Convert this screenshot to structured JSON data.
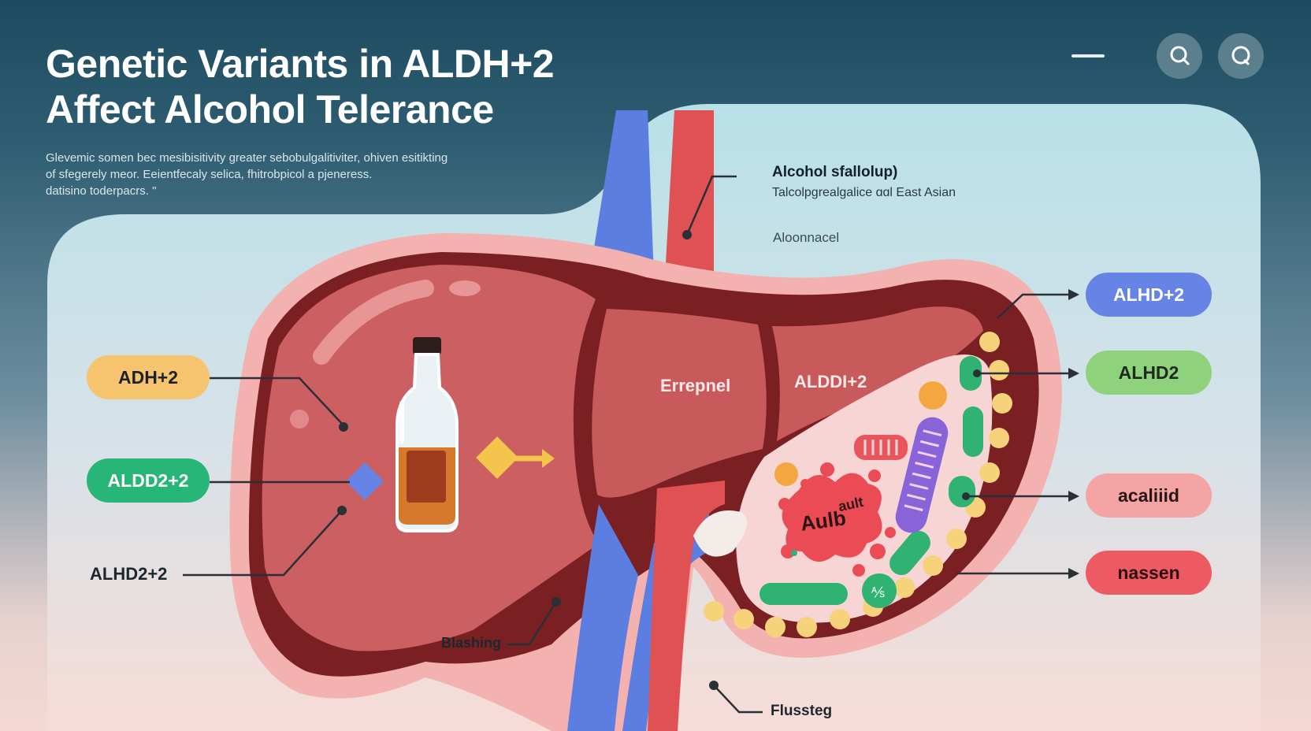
{
  "header": {
    "title_line1": "Genetic Variants in ALDH+2",
    "title_line2": "Affect Alcohol Telerance",
    "subtitle_line1": "Glevemic somen bec mesibisitivity greater sebobulgalitiviter, ohiven esitikting",
    "subtitle_line2": "of sfegerely meor. Eeientfecaly selica, fhitrobpicol a pjeneress.",
    "subtitle_line3": "datisino toderpacrs. \""
  },
  "window_controls": {
    "minimize_icon": "minimize-icon",
    "search_icon": "search-icon",
    "search_icon_2": "search-icon"
  },
  "callout": {
    "title": "Alcohol sfallolup)",
    "subtitle": "Talcolpgrealgalice ɑɑl East Asian",
    "extra": "Aloonnacel"
  },
  "left_labels": {
    "adh": "ADH+2",
    "aldd": "ALDD2+2",
    "alhd_plain": "ALHD2+2"
  },
  "organ_labels": {
    "left_lobe": "Errepnel",
    "right_lobe": "ALDDI+2",
    "cell_text_1": "Aulb",
    "cell_text_2": "ault"
  },
  "right_labels": {
    "alhd_plus": "ALHD+2",
    "alhd": "ALHD2",
    "acaliiid": "acaliiid",
    "nassen": "nassen"
  },
  "bottom_labels": {
    "blashing": "Blashing",
    "flussteg": "Flussteg"
  },
  "colors": {
    "yellow_pill": "#f6c36e",
    "green_pill": "#28b678",
    "blue_pill": "#6683e6",
    "lightgreen_pill": "#8fd27d",
    "pink_pill": "#f4a4a4",
    "red_pill": "#ee5a64",
    "liver": "#cc5f61",
    "vessel_blue": "#5c7ee0",
    "vessel_red": "#df5152"
  }
}
